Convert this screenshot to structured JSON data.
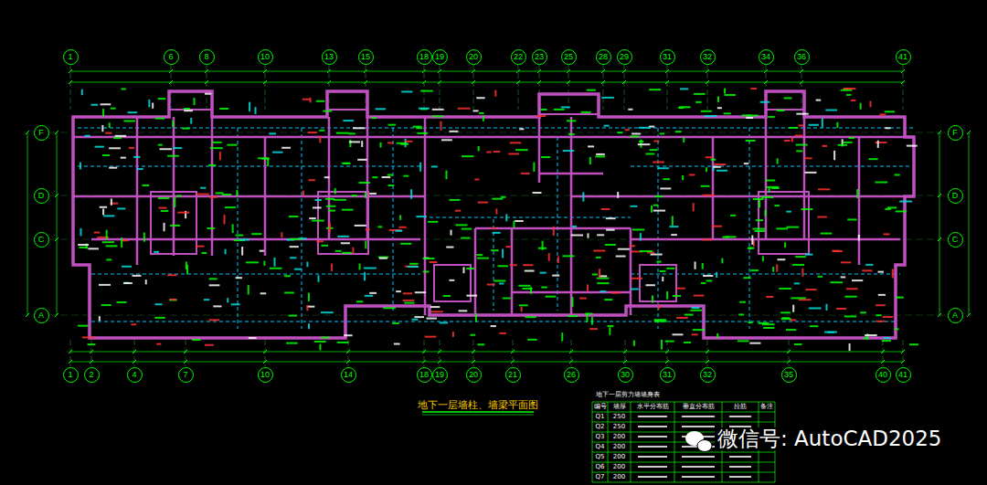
{
  "diagram": {
    "title": "地下一层墙柱、墙梁平面图",
    "nodes": [
      {
        "text": [
          "1"
        ]
      },
      {
        "text": [
          "6"
        ]
      },
      {
        "text": [
          "8"
        ]
      },
      {
        "text": [
          "10"
        ]
      },
      {
        "text": [
          "13"
        ]
      },
      {
        "text": [
          "15"
        ]
      },
      {
        "text": [
          "18"
        ]
      },
      {
        "text": [
          "19"
        ]
      },
      {
        "text": [
          "20"
        ]
      },
      {
        "text": [
          "22"
        ]
      },
      {
        "text": [
          "23"
        ]
      },
      {
        "text": [
          "25"
        ]
      },
      {
        "text": [
          "28"
        ]
      },
      {
        "text": [
          "29"
        ]
      },
      {
        "text": [
          "31"
        ]
      },
      {
        "text": [
          "32"
        ]
      },
      {
        "text": [
          "34"
        ]
      },
      {
        "text": [
          "36"
        ]
      },
      {
        "text": [
          "41"
        ]
      },
      {
        "text": [
          "F"
        ]
      },
      {
        "text": [
          "D"
        ]
      },
      {
        "text": [
          "C"
        ]
      },
      {
        "text": [
          "A"
        ]
      },
      {
        "text": [
          "F"
        ]
      },
      {
        "text": [
          "D"
        ]
      },
      {
        "text": [
          "C"
        ]
      },
      {
        "text": [
          "A"
        ]
      },
      {
        "text": [
          "1"
        ]
      },
      {
        "text": [
          "2"
        ]
      },
      {
        "text": [
          "4"
        ]
      },
      {
        "text": [
          "7"
        ]
      },
      {
        "text": [
          "10"
        ]
      },
      {
        "text": [
          "14"
        ]
      },
      {
        "text": [
          "18"
        ]
      },
      {
        "text": [
          "19"
        ]
      },
      {
        "text": [
          "20"
        ]
      },
      {
        "text": [
          "21"
        ]
      },
      {
        "text": [
          "26"
        ]
      },
      {
        "text": [
          "30"
        ]
      },
      {
        "text": [
          "31"
        ]
      },
      {
        "text": [
          "32"
        ]
      },
      {
        "text": [
          "35"
        ]
      },
      {
        "text": [
          "40"
        ]
      },
      {
        "text": [
          "41"
        ]
      }
    ],
    "labels": [
      "地下一层剪力墙墙身表",
      "编号",
      "墙厚",
      "水平分布筋",
      "垂直分布筋",
      "拉筋",
      "备注",
      "Q1",
      "Q2",
      "Q3",
      "Q4",
      "Q5",
      "Q6",
      "Q7",
      "250",
      "250",
      "200",
      "200",
      "200",
      "200",
      "200",
      "微信号: AutoCAD2025"
    ]
  }
}
